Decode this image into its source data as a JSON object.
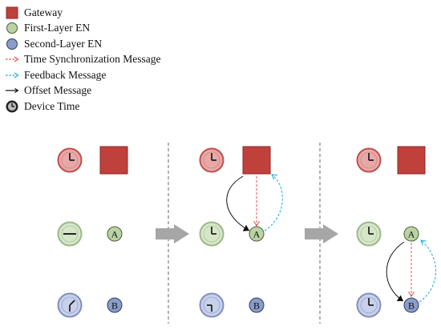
{
  "legend": {
    "gateway": "Gateway",
    "first_layer": "First-Layer EN",
    "second_layer": "Second-Layer EN",
    "time_sync": "Time Synchronization Message",
    "feedback": "Feedback Message",
    "offset": "Offset Message",
    "device_time": "Device Time"
  },
  "nodes": {
    "first_layer_label": "A",
    "second_layer_label": "B"
  },
  "colors": {
    "gateway_fill": "#c0413c",
    "gateway_stroke": "#8a2a26",
    "gateway_clock_fill": "#e8a8a8",
    "gateway_clock_stroke": "#c0504d",
    "first_fill": "#b9d3a3",
    "first_stroke": "#4a5e3a",
    "first_clock_fill": "#d6e6c8",
    "first_clock_stroke": "#9ab98a",
    "second_fill": "#8a9cc8",
    "second_stroke": "#2e3c66",
    "second_clock_fill": "#c8d0ea",
    "second_clock_stroke": "#8090c0",
    "sync_arrow": "#e05050",
    "feedback_arrow": "#20a8e0",
    "offset_arrow": "#111111",
    "step_arrow": "#a6a6a6",
    "divider": "#555555"
  }
}
